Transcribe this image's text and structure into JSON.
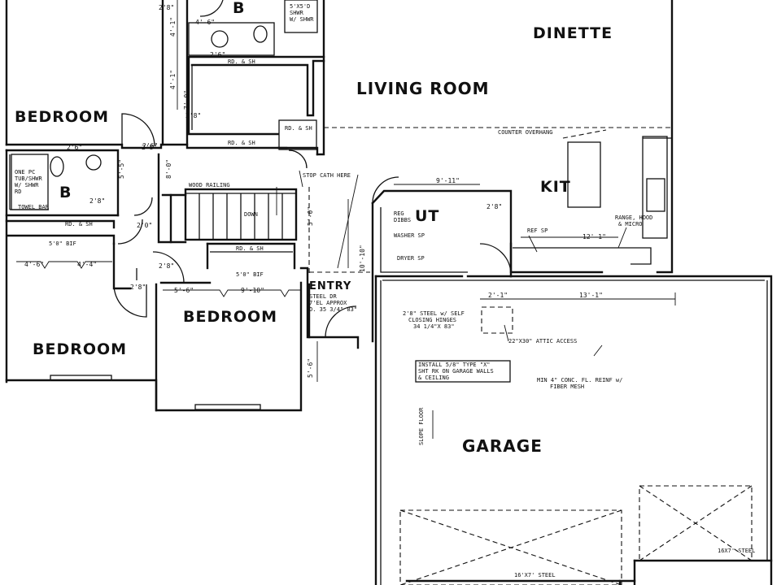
{
  "rooms": {
    "dinette": "DINETTE",
    "living_room": "LIVING ROOM",
    "bedroom_top_left": "BEDROOM",
    "bedroom_center": "BEDROOM",
    "bedroom_bottom_left": "BEDROOM",
    "bath_top": "B",
    "bath_left": "B",
    "utility": "UT",
    "kitchen": "KIT",
    "entry": "ENTRY",
    "garage": "GARAGE"
  },
  "notes": {
    "counter_overhang": "COUNTER OVERHANG",
    "range_hood": "RANGE, HOOD",
    "micro": "& MICRO",
    "ref_sp": "REF SP",
    "reg_dibbs": "REG",
    "reg_dibbs_2": "DIBBS",
    "washer_sp": "WASHER SP",
    "dryer_sp": "DRYER SP",
    "steel_door_1": "2'8\" STEEL w/ SELF",
    "steel_door_2": "CLOSING HINGES",
    "steel_door_3": "34 1/4\"X 83\"",
    "attic_access": "22\"X30\" ATTIC ACCESS",
    "install_1": "INSTALL 5/8\" TYPE \"X\"",
    "install_2": "SHT RK ON GARAGE WALLS",
    "install_3": "& CEILING",
    "conc_1": "MIN 4\" CONC. FL. REINF w/",
    "conc_2": "FIBER MESH",
    "slope_floor": "SLOPE FLOOR",
    "stop_cath": "STOP CATH HERE",
    "wood_railing": "WOOD RAILING",
    "down": "DOWN",
    "rd_sh_1": "RD. & SH",
    "rd_sh_2": "RD. & SH",
    "rd_sh_3": "RD. & SH",
    "rd_sh_4": "RD. & SH",
    "rd_sh_5": "RD. & SH",
    "one_pc_1": "ONE PC",
    "one_pc_2": "TUB/SHWR",
    "one_pc_3": "W/ SHWR",
    "one_pc_4": "RD",
    "towel_bar": "TOWEL BAR",
    "steel_dr_1": "STEEL DR",
    "steel_dr_2": "7'EL APPROX",
    "steel_dr_3": "O. 35 3/4\" 83\"",
    "garage_door_1": "16'X7' STEEL",
    "garage_door_2": "16X7' STEEL",
    "shwr_top_1": "5'X5'D",
    "shwr_top_2": "SHWR",
    "shwr_top_3": "W/ SHWR",
    "bi_1": "5'0\" BIF",
    "bi_2": "5'0\" BIF"
  },
  "dimensions": {
    "d_2_8_a": "2'8\"",
    "d_4_6_top": "4'-6\"",
    "d_4_1": "4'-1\"",
    "d_4_1b": "4'-1\"",
    "d_2_8_b": "2'8\"",
    "d_7_0": "7'-0\"",
    "d_2_6_a": "2'6\"",
    "d_2_6_b": "2'6\"",
    "d_2_6_c": "2'6\"",
    "d_2_8_c": "2'8\"",
    "d_2_0": "2'0\"",
    "d_2_8_d": "2'8\"",
    "d_2_8_e": "2'8\"",
    "d_2_8_f": "2'8\"",
    "d_4_6_l": "4'-6\"",
    "d_4_4": "4'-4\"",
    "d_5_6": "5'-6\"",
    "d_9_10": "9'-10\"",
    "d_9_11": "9'-11\"",
    "d_10_10": "10'-10\"",
    "d_2_8_g": "2'8\"",
    "d_2_1": "2'-1\"",
    "d_13_1": "13'-1\"",
    "d_12_1": "12'-1\"",
    "d_5_6_b": "5'-6\"",
    "d_5_5": "5'-5\"",
    "d_5_0": "5'-0\"",
    "d_8_0": "8'-0\""
  }
}
